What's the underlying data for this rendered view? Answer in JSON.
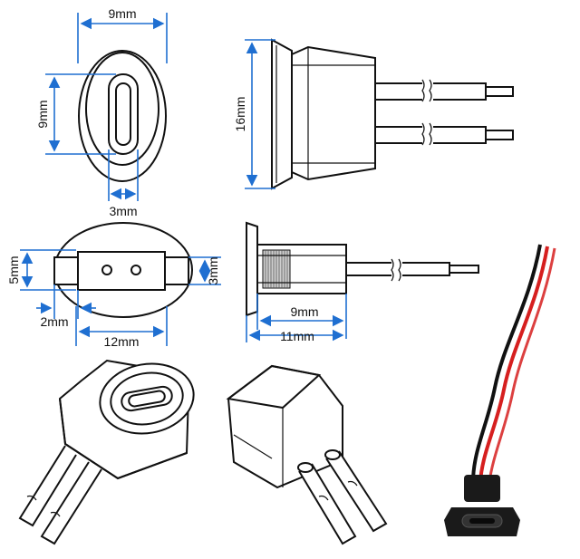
{
  "dimensions": {
    "front_width": "9mm",
    "front_slot_height": "9mm",
    "front_slot_width": "3mm",
    "side_height": "16mm",
    "bottom_hole_height": "5mm",
    "bottom_tab": "2mm",
    "bottom_width": "12mm",
    "bottom_right_tab": "3mm",
    "profile_body": "9mm",
    "profile_total": "11mm"
  },
  "colors": {
    "dimension_line": "#1f6fd1",
    "outline": "#111111",
    "wire_red": "#d61f1f",
    "wire_black": "#111111",
    "connector_body": "#1a1a1a"
  }
}
